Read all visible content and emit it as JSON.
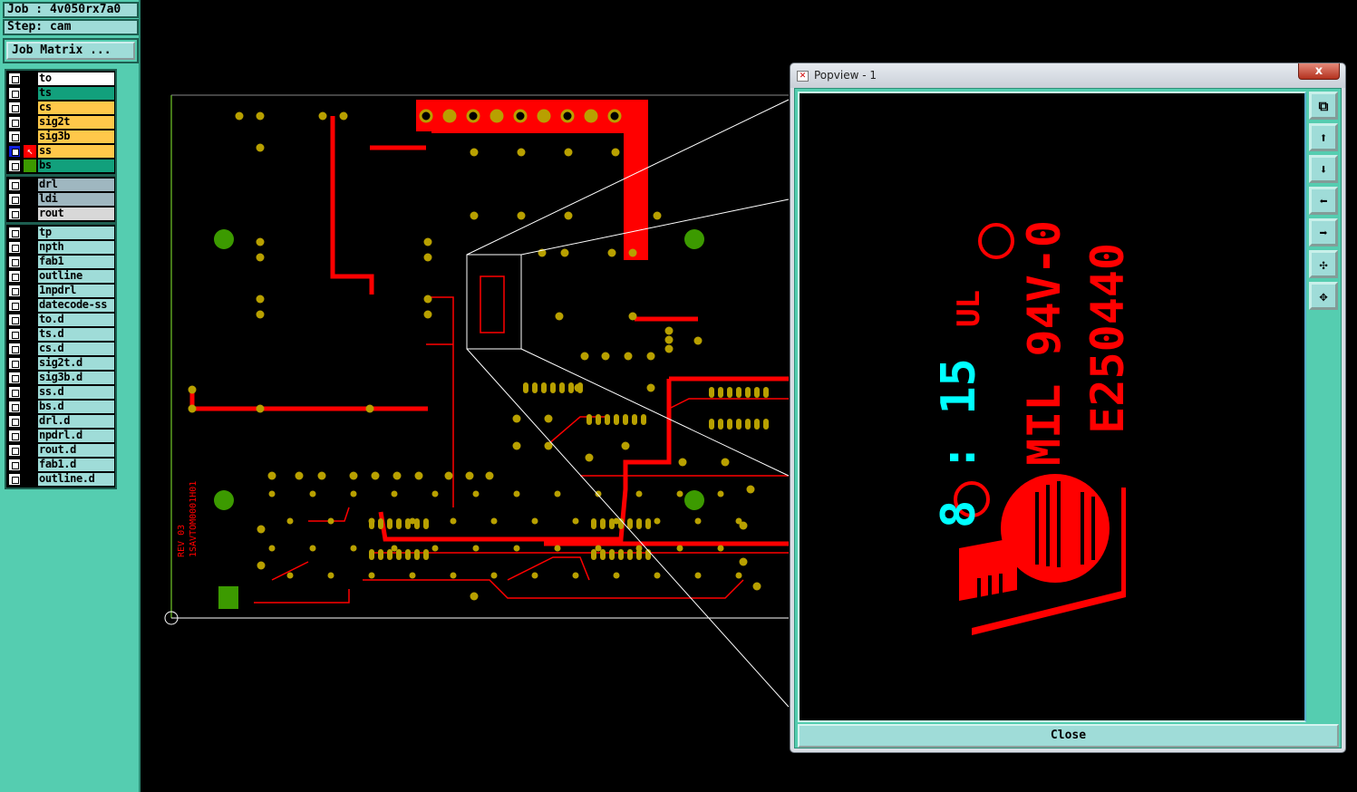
{
  "header": {
    "job": "Job : 4v050rx7a0",
    "step": "Step: cam",
    "job_matrix": "Job Matrix ..."
  },
  "layers_group1": [
    {
      "name": "to",
      "color": "c-w"
    },
    {
      "name": "ts",
      "color": "c-t"
    },
    {
      "name": "cs",
      "color": "c-y"
    },
    {
      "name": "sig2t",
      "color": "c-y"
    },
    {
      "name": "sig3b",
      "color": "c-y"
    },
    {
      "name": "ss",
      "color": "c-y",
      "selected": true
    },
    {
      "name": "bs",
      "color": "c-t"
    }
  ],
  "layers_group2": [
    {
      "name": "drl",
      "color": "c-g"
    },
    {
      "name": "ldi",
      "color": "c-g"
    },
    {
      "name": "rout",
      "color": "c-l"
    }
  ],
  "layers_group3": [
    "tp",
    "npth",
    "fab1",
    "outline",
    "1npdrl",
    "datecode-ss",
    "to.d",
    "ts.d",
    "cs.d",
    "sig2t.d",
    "sig3b.d",
    "ss.d",
    "bs.d",
    "drl.d",
    "npdrl.d",
    "rout.d",
    "fab1.d",
    "outline.d"
  ],
  "pcb": {
    "rev_text": "REV 03",
    "part_text": "1SAVTOM0001H01"
  },
  "popview": {
    "title": "Popview - 1",
    "close_x": "x",
    "close_button": "Close",
    "art": {
      "line1": "E250440",
      "line2": "MIL 94V-0",
      "datecode": "8 : 15",
      "logo": "UL"
    },
    "tools": [
      "zoom-window",
      "pan-up",
      "pan-down",
      "pan-left",
      "pan-right",
      "zoom-in",
      "zoom-out"
    ]
  },
  "colors": {
    "panel": "#55cdb0",
    "trace": "#ff0000",
    "pad": "#b8a000",
    "green_pad": "#3c9a00",
    "datecode": "#00ffff"
  }
}
